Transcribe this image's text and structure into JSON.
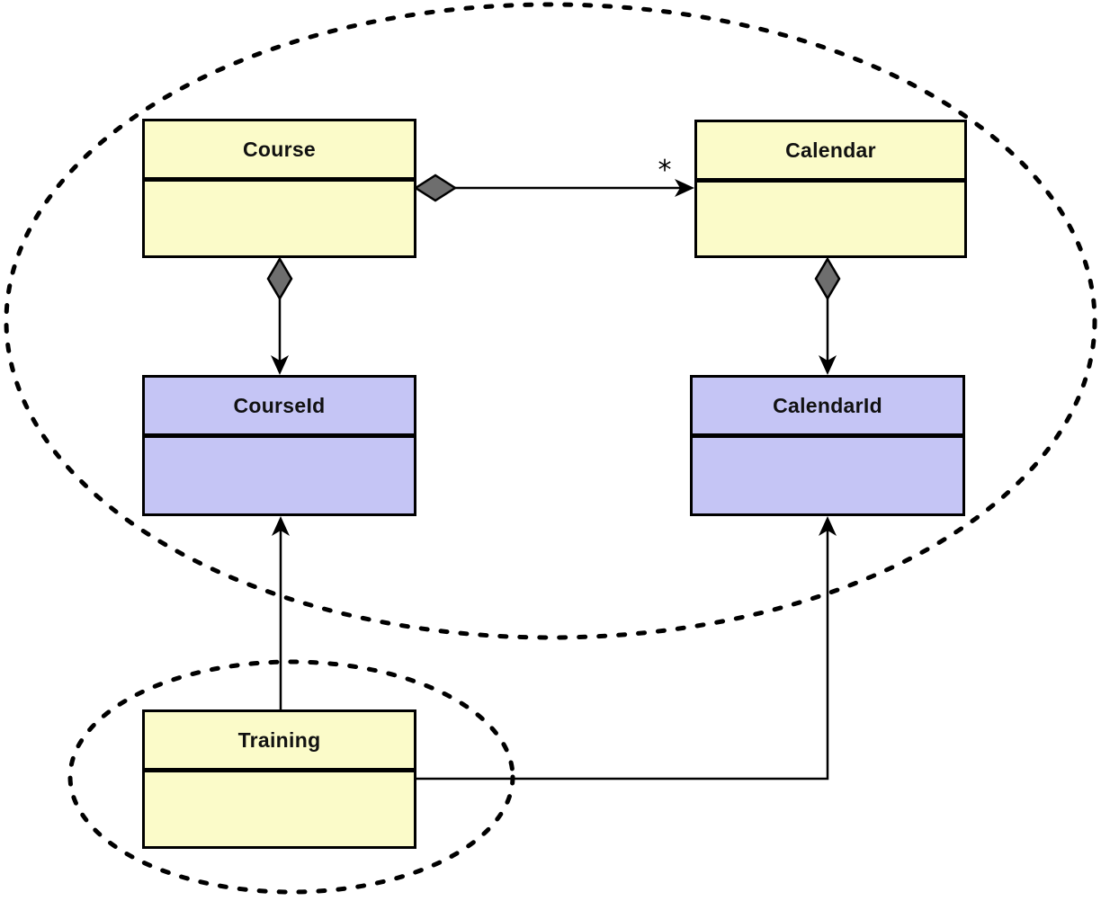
{
  "diagram": {
    "type": "uml-class-diagram",
    "classes": [
      {
        "name": "Course",
        "fill": "#FBFBC9",
        "compartments": 2
      },
      {
        "name": "Calendar",
        "fill": "#FBFBC9",
        "compartments": 2
      },
      {
        "name": "CourseId",
        "fill": "#C5C5F5",
        "compartments": 2
      },
      {
        "name": "CalendarId",
        "fill": "#C5C5F5",
        "compartments": 2
      },
      {
        "name": "Training",
        "fill": "#FBFBC9",
        "compartments": 2
      }
    ],
    "relationships": [
      {
        "from": "Course",
        "to": "Calendar",
        "type": "aggregation",
        "diamond_end": "Course",
        "arrow_end": "Calendar",
        "multiplicity": "*"
      },
      {
        "from": "Course",
        "to": "CourseId",
        "type": "aggregation",
        "diamond_end": "Course",
        "arrow_end": "CourseId"
      },
      {
        "from": "Calendar",
        "to": "CalendarId",
        "type": "aggregation",
        "diamond_end": "Calendar",
        "arrow_end": "CalendarId"
      },
      {
        "from": "Training",
        "to": "CourseId",
        "type": "association",
        "arrow_end": "CourseId"
      },
      {
        "from": "Training",
        "to": "CalendarId",
        "type": "association",
        "arrow_end": "CalendarId"
      }
    ],
    "boundaries": [
      {
        "shape": "dashed-ellipse",
        "contains": [
          "Course",
          "Calendar",
          "CourseId",
          "CalendarId"
        ]
      },
      {
        "shape": "dashed-ellipse",
        "contains": [
          "Training"
        ]
      }
    ],
    "labels": {
      "multiplicity_star": "*"
    },
    "colors": {
      "class_yellow": "#FBFBC9",
      "class_purple": "#C5C5F5",
      "diamond_gray": "#6E6E6E",
      "line_black": "#000000",
      "background": "#FFFFFF"
    }
  }
}
